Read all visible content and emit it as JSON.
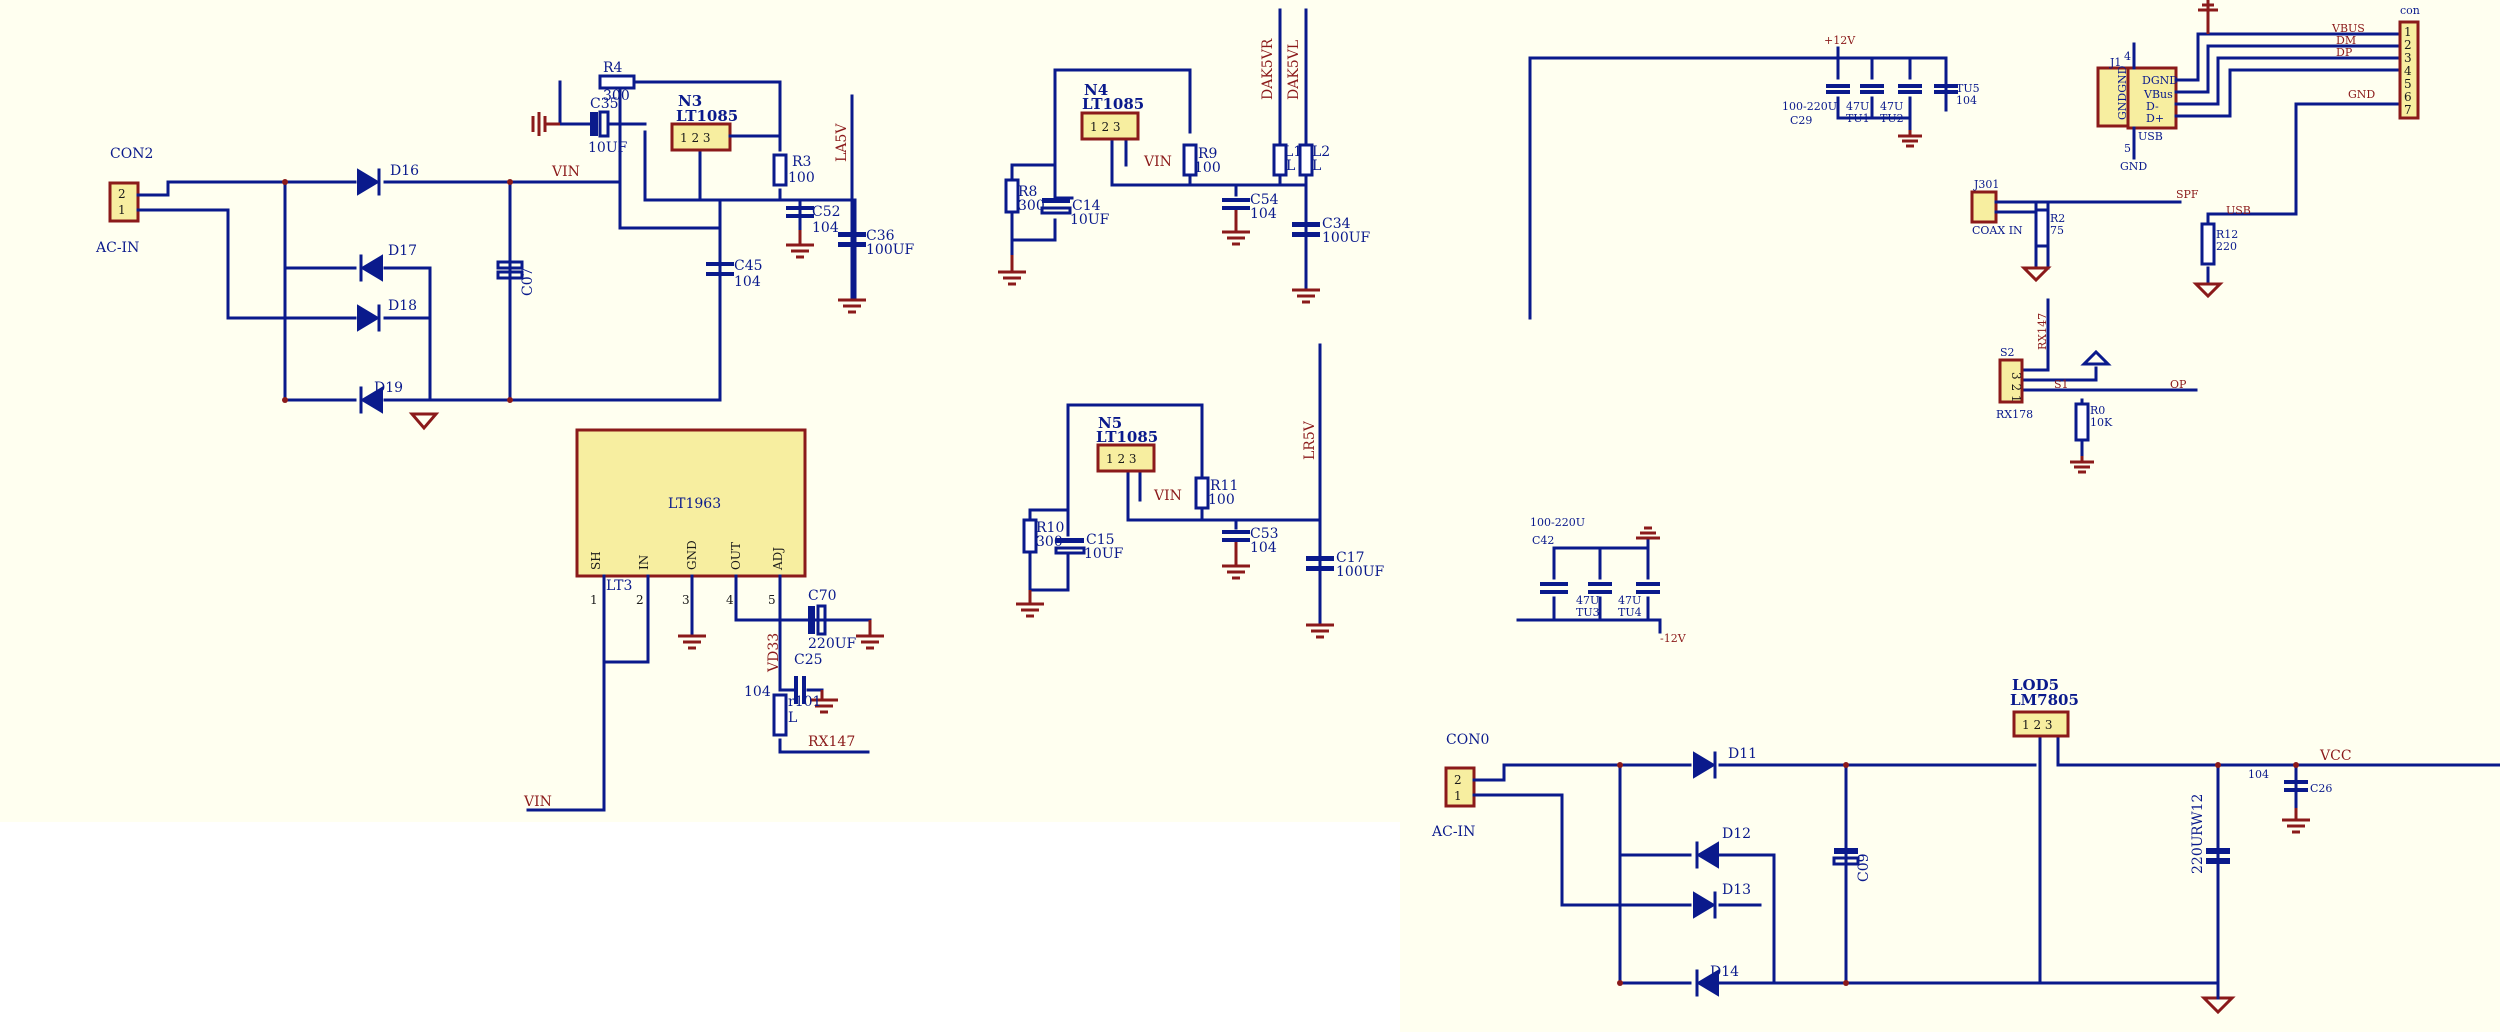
{
  "left_sheet": {
    "connector_con2": {
      "ref": "CON2",
      "pins": [
        "2",
        "1"
      ],
      "label": "AC-IN"
    },
    "diodes": [
      "D16",
      "D17",
      "D18",
      "D19"
    ],
    "cap_c07": "C07",
    "net_vin": "VIN",
    "n3": {
      "ref": "N3",
      "part": "LT1085",
      "pins": "1 2 3"
    },
    "r4": {
      "ref": "R4",
      "value": "300"
    },
    "c35": {
      "ref": "C35",
      "value": "10UF"
    },
    "r3": {
      "ref": "R3",
      "value": "100"
    },
    "c45": {
      "ref": "C45",
      "value": "104"
    },
    "c52": {
      "ref": "C52",
      "value": "104"
    },
    "c36": {
      "ref": "C36",
      "value": "100UF"
    },
    "net_la5v": "LA5V",
    "lt1963": {
      "part": "LT1963",
      "ref": "LT3",
      "pins": [
        "SH",
        "IN",
        "GND",
        "OUT",
        "ADJ"
      ],
      "pin_numbers": [
        "1",
        "2",
        "3",
        "4",
        "5"
      ]
    },
    "c70": {
      "ref": "C70",
      "value": "220UF"
    },
    "c25": {
      "ref": "C25",
      "value": "104"
    },
    "net_vd33": "VD33",
    "r101": {
      "ref": "r101",
      "value": "L"
    },
    "net_rx147": "RX147",
    "net_vin_bottom": "VIN"
  },
  "mid_sheet": {
    "n4": {
      "ref": "N4",
      "part": "LT1085",
      "pins": "1 2 3"
    },
    "r8": {
      "ref": "R8",
      "value": "300"
    },
    "c14": {
      "ref": "C14",
      "value": "10UF"
    },
    "r9": {
      "ref": "R9",
      "value": "100"
    },
    "net_vin": "VIN",
    "c54": {
      "ref": "C54",
      "value": "104"
    },
    "l1": {
      "ref": "L1",
      "value": "L"
    },
    "l2": {
      "ref": "L2",
      "value": "L"
    },
    "c34": {
      "ref": "C34",
      "value": "100UF"
    },
    "net_dak5vr": "DAK5VR",
    "net_dak5vl": "DAK5VL",
    "n5": {
      "ref": "N5",
      "part": "LT1085",
      "pins": "1 2 3"
    },
    "r10": {
      "ref": "R10",
      "value": "300"
    },
    "c15": {
      "ref": "C15",
      "value": "10UF"
    },
    "r11": {
      "ref": "R11",
      "value": "100"
    },
    "net_vin_n5": "VIN",
    "c53": {
      "ref": "C53",
      "value": "104"
    },
    "c17": {
      "ref": "C17",
      "value": "100UF"
    },
    "net_lr5v": "LR5V"
  },
  "right_sheet": {
    "net_p12v": "+12V",
    "c29": {
      "ref": "C29",
      "value": "100-220U"
    },
    "tu1": {
      "ref": "TU1",
      "value": "47U"
    },
    "tu2": {
      "ref": "TU2",
      "value": "47U"
    },
    "tu5": {
      "ref": "TU5",
      "value": "104"
    },
    "j1": {
      "ref": "J1",
      "pins": [
        "DGND",
        "VBus",
        "D-",
        "D+"
      ],
      "side": "GNDGND",
      "label": "USB",
      "gnd": "GND",
      "side_pins": [
        "4",
        "5"
      ]
    },
    "con_usb": {
      "ref": "con",
      "pins": [
        "1",
        "2",
        "3",
        "4",
        "5",
        "6",
        "7"
      ],
      "nets": [
        "VBUS",
        "DM",
        "DP",
        "GND"
      ]
    },
    "j301": {
      "ref": "J301",
      "label": "COAX IN"
    },
    "r2": {
      "ref": "R2",
      "value": "75"
    },
    "net_spf": "SPF",
    "net_usb": "USB",
    "r12": {
      "ref": "R12",
      "value": "220"
    },
    "net_rx147": "RX147",
    "s2": {
      "ref": "S2",
      "pins": "3 2 1",
      "label": "RX178"
    },
    "net_s1": "S1",
    "net_op": "OP",
    "r0": {
      "ref": "R0",
      "value": "10K"
    },
    "c42": {
      "ref": "C42",
      "value": "100-220U"
    },
    "tu3": {
      "ref": "TU3",
      "value": "47U"
    },
    "tu4": {
      "ref": "TU4",
      "value": "47U"
    },
    "net_m12v": "-12V",
    "con0": {
      "ref": "CON0",
      "pins": [
        "2",
        "1"
      ],
      "label": "AC-IN"
    },
    "diodes": [
      "D11",
      "D12",
      "D13",
      "D14"
    ],
    "c09": "C09",
    "lod5": {
      "ref": "LOD5",
      "part": "LM7805",
      "pins": "1 2 3"
    },
    "rw12": {
      "ref": "RW12",
      "value": "220U"
    },
    "c26": {
      "ref": "C26",
      "value": "104"
    },
    "net_vcc": "VCC"
  },
  "colors": {
    "wire": "#0a1a8c",
    "net": "#8b1a1a",
    "panel": "#fffff0",
    "chip": "#f7eea0"
  }
}
